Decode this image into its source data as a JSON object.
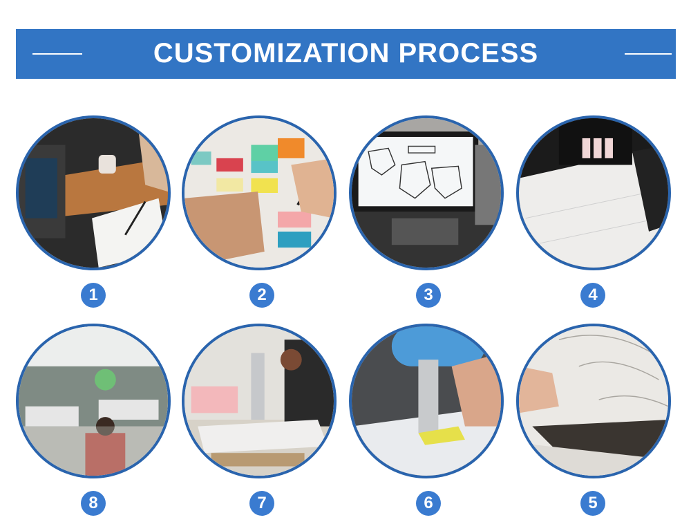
{
  "banner": {
    "title": "CUSTOMIZATION PROCESS",
    "color": "#3275c4"
  },
  "steps": [
    {
      "number": "1"
    },
    {
      "number": "2"
    },
    {
      "number": "3"
    },
    {
      "number": "4"
    },
    {
      "number": "5"
    },
    {
      "number": "6"
    },
    {
      "number": "7"
    },
    {
      "number": "8"
    }
  ]
}
